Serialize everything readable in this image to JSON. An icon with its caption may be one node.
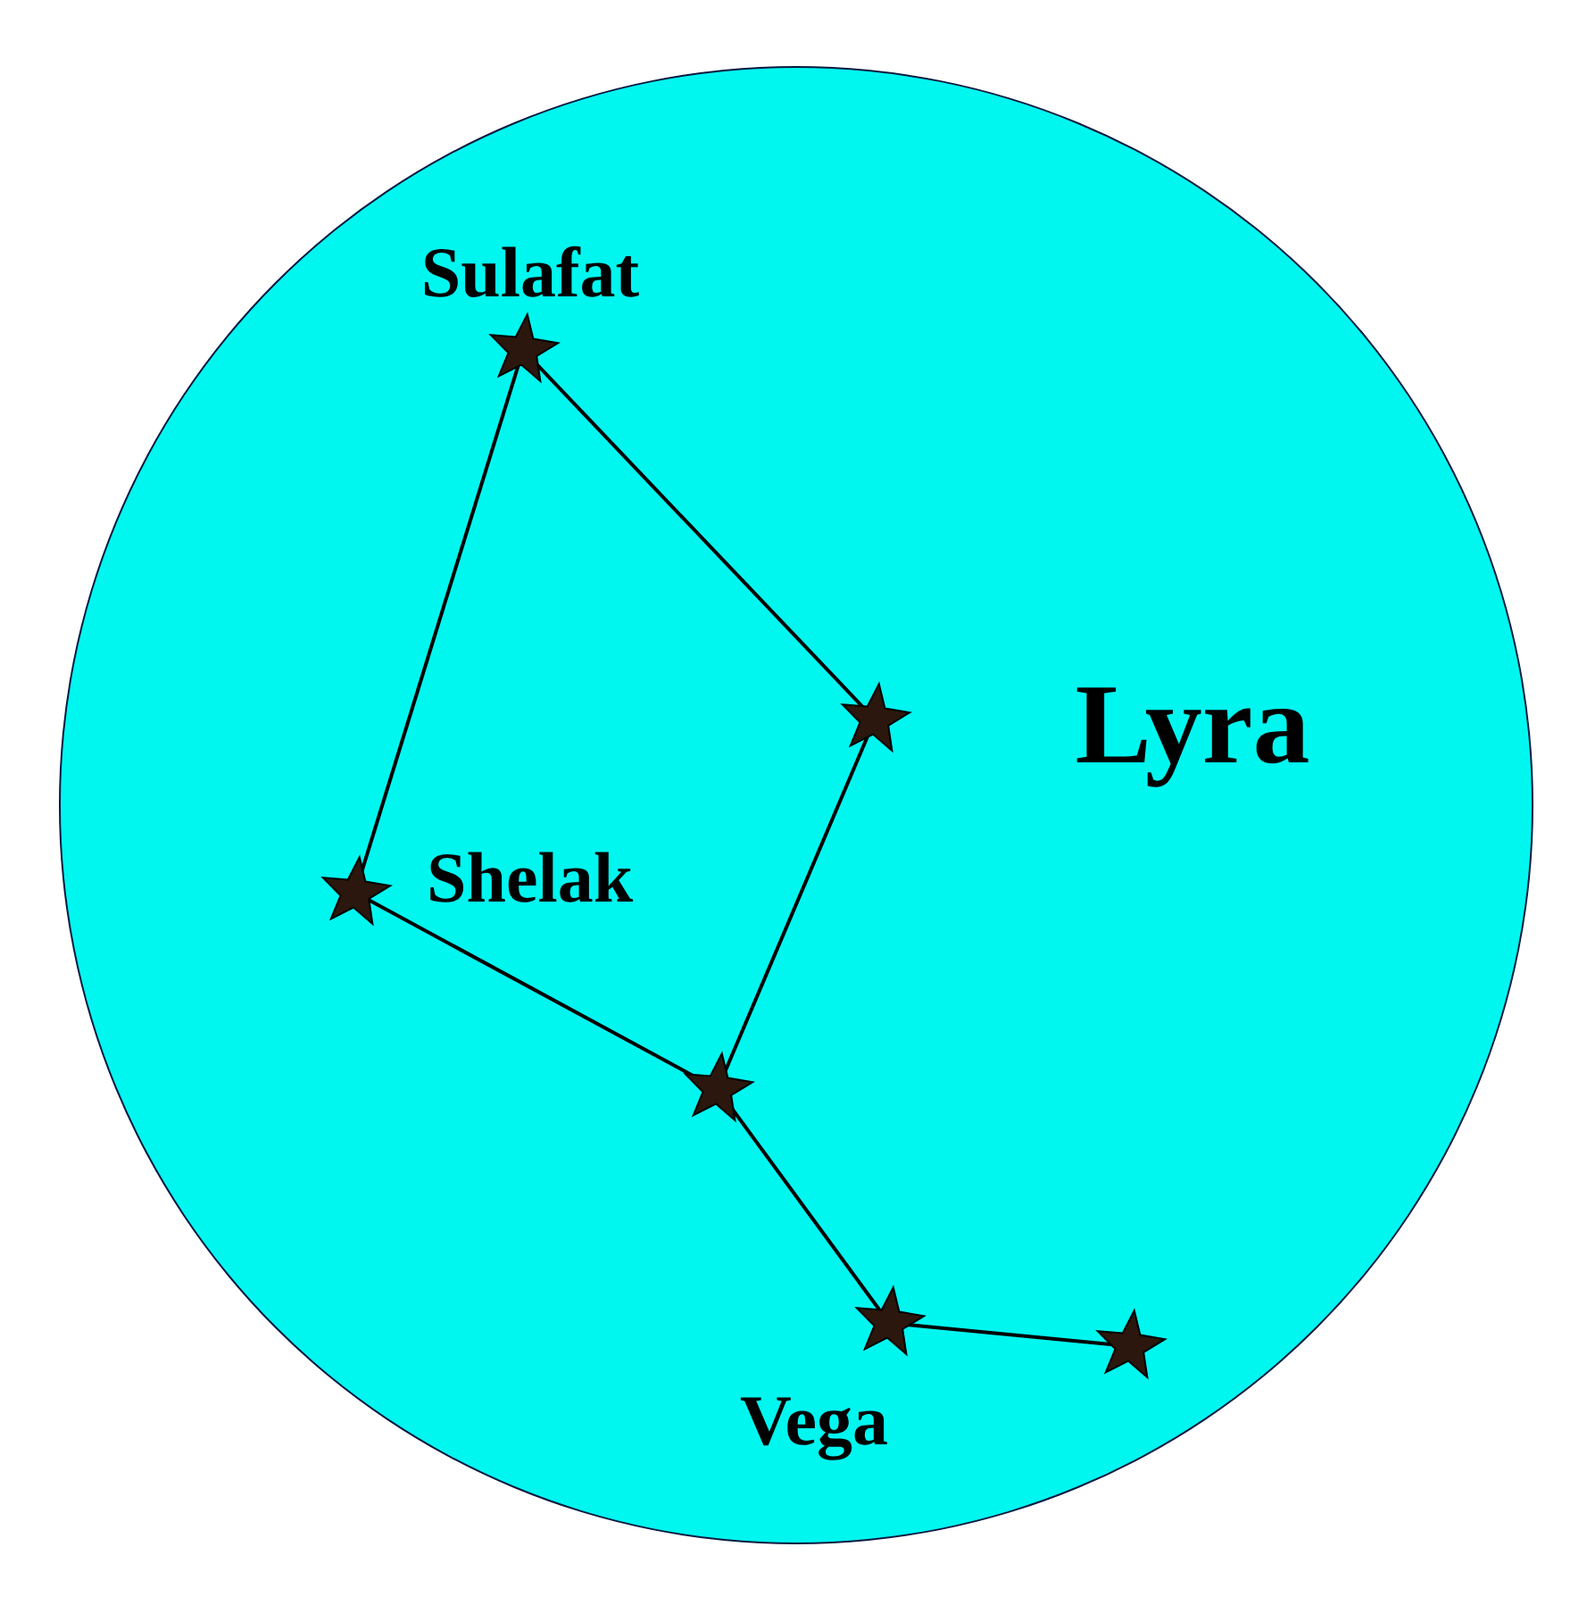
{
  "diagram": {
    "nodes": [
      {
        "text": [
          "Lyra"
        ]
      },
      {
        "text": [],
        "shape": "star",
        "in": 0,
        "beside": [
          "Sulafat"
        ]
      },
      {
        "text": [],
        "shape": "star",
        "in": 0
      },
      {
        "text": [],
        "shape": "star",
        "in": 0,
        "beside": [
          "Shelak"
        ]
      },
      {
        "text": [],
        "shape": "star",
        "in": 0
      },
      {
        "text": [],
        "shape": "star",
        "in": 0,
        "beside": [
          "Vega"
        ]
      },
      {
        "text": [],
        "shape": "star",
        "in": 0
      }
    ],
    "edges": [
      {
        "from": 1,
        "to": 2,
        "arrow": "none"
      },
      {
        "from": 1,
        "to": 3,
        "arrow": "none"
      },
      {
        "from": 2,
        "to": 4,
        "arrow": "none"
      },
      {
        "from": 3,
        "to": 4,
        "arrow": "none"
      },
      {
        "from": 4,
        "to": 5,
        "arrow": "none"
      },
      {
        "from": 5,
        "to": 6,
        "arrow": "none"
      }
    ]
  }
}
